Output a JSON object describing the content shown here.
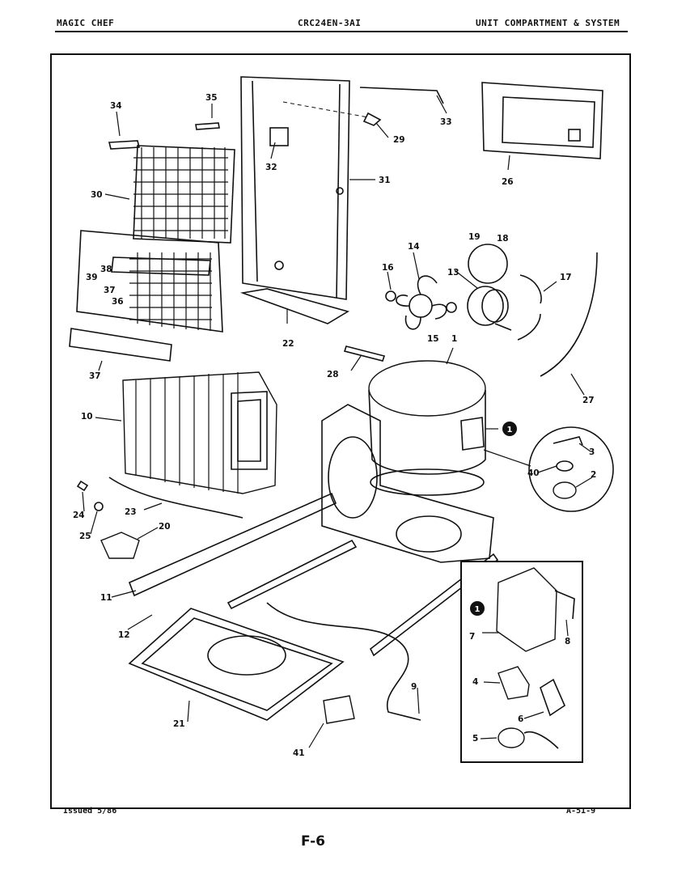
{
  "header": {
    "brand": "MAGIC CHEF",
    "model": "CRC24EN-3AI",
    "section": "UNIT COMPARTMENT & SYSTEM"
  },
  "footer": {
    "issued": "Issued 5/86",
    "code": "A-51-9",
    "page": "F-6"
  },
  "callouts": {
    "c1": "1",
    "c2": "2",
    "c3": "3",
    "c4": "4",
    "c5": "5",
    "c6": "6",
    "c7": "7",
    "c8": "8",
    "c9": "9",
    "c10": "10",
    "c11": "11",
    "c12": "12",
    "c13": "13",
    "c14": "14",
    "c15": "15",
    "c16": "16",
    "c17": "17",
    "c18": "18",
    "c19": "19",
    "c20": "20",
    "c21": "21",
    "c22": "22",
    "c23": "23",
    "c24": "24",
    "c25": "25",
    "c26": "26",
    "c27": "27",
    "c28": "28",
    "c29": "29",
    "c30": "30",
    "c31": "31",
    "c32": "32",
    "c33": "33",
    "c34": "34",
    "c35": "35",
    "c36": "36",
    "c37a": "37",
    "c37b": "37",
    "c38": "38",
    "c39": "39",
    "c40": "40",
    "c41": "41"
  },
  "markers": {
    "ref_a": "1",
    "ref_b": "1"
  },
  "icons": {
    "ref_marker": "filled-circle-marker"
  }
}
